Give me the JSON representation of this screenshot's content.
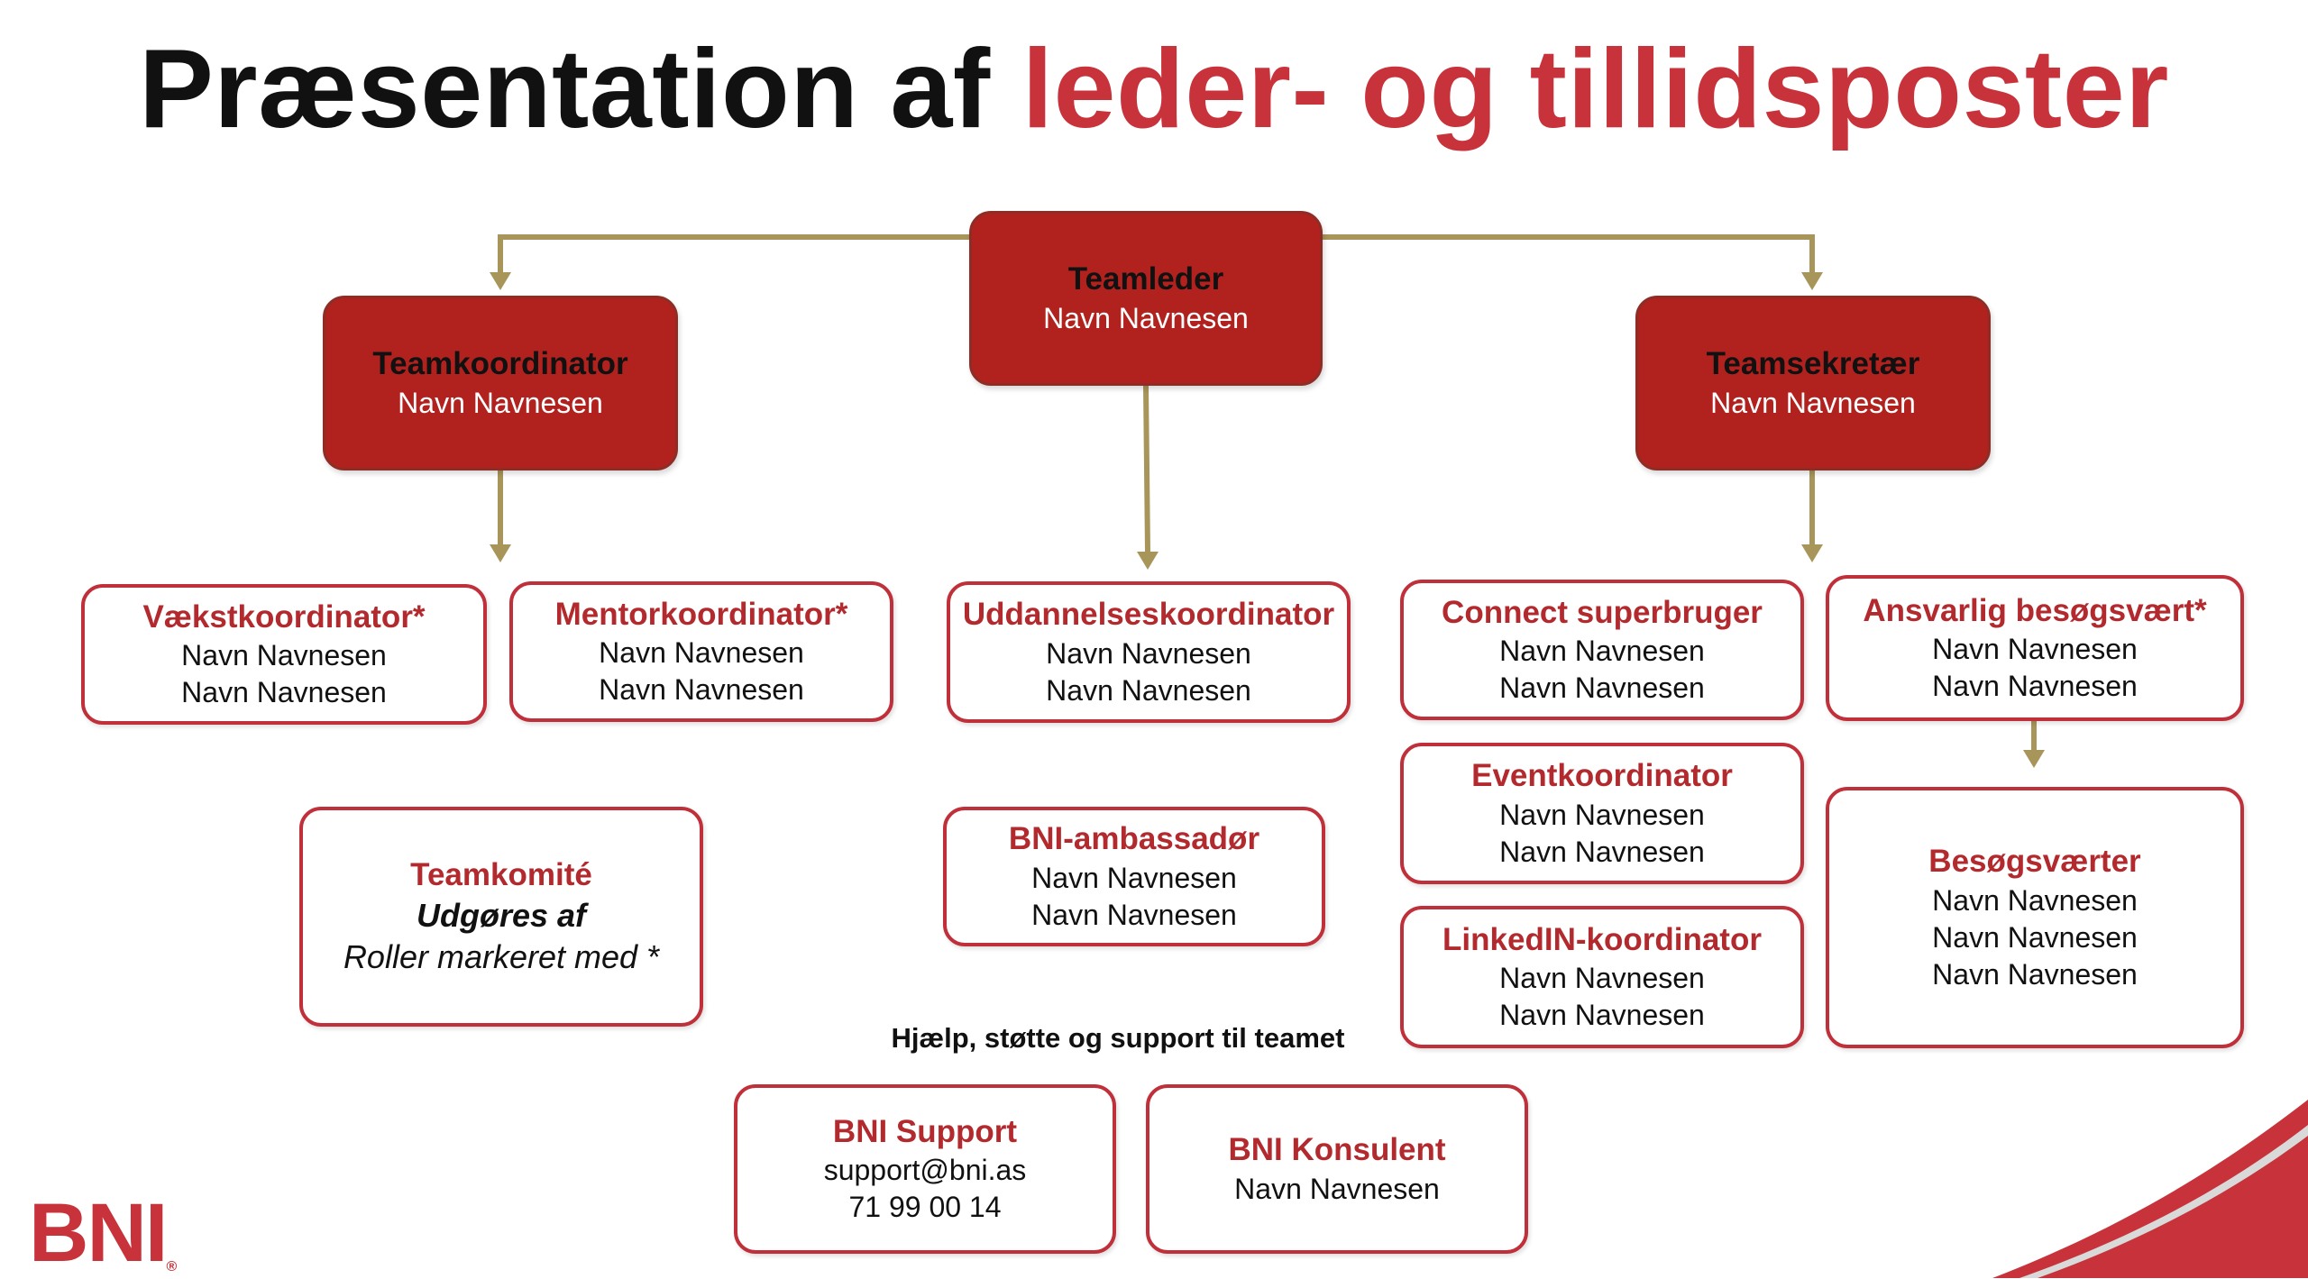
{
  "title": {
    "part1": "Præsentation af",
    "part2": "leder- og tillidsposter"
  },
  "teamleder": {
    "role": "Teamleder",
    "name": "Navn Navnesen"
  },
  "teamkoordinator": {
    "role": "Teamkoordinator",
    "name": "Navn Navnesen"
  },
  "teamsekretaer": {
    "role": "Teamsekretær",
    "name": "Navn Navnesen"
  },
  "vaekst": {
    "role": "Vækstkoordinator*",
    "names": [
      "Navn Navnesen",
      "Navn Navnesen"
    ]
  },
  "mentor": {
    "role": "Mentorkoordinator*",
    "names": [
      "Navn Navnesen",
      "Navn Navnesen"
    ]
  },
  "uddannelse": {
    "role": "Uddannelseskoordinator",
    "names": [
      "Navn Navnesen",
      "Navn Navnesen"
    ]
  },
  "connect": {
    "role": "Connect superbruger",
    "names": [
      "Navn Navnesen",
      "Navn Navnesen"
    ]
  },
  "ansvarlig": {
    "role": "Ansvarlig besøgsvært*",
    "names": [
      "Navn Navnesen",
      "Navn Navnesen"
    ]
  },
  "event": {
    "role": "Eventkoordinator",
    "names": [
      "Navn Navnesen",
      "Navn Navnesen"
    ]
  },
  "linkedin": {
    "role": "LinkedIN-koordinator",
    "names": [
      "Navn Navnesen",
      "Navn Navnesen"
    ]
  },
  "besoeg": {
    "role": "Besøgsværter",
    "names": [
      "Navn Navnesen",
      "Navn Navnesen",
      "Navn Navnesen"
    ]
  },
  "ambassador": {
    "role": "BNI-ambassadør",
    "names": [
      "Navn Navnesen",
      "Navn Navnesen"
    ]
  },
  "teamkomite": {
    "role": "Teamkomité",
    "line1": "Udgøres af",
    "line2": "Roller markeret med *"
  },
  "help_text": "Hjælp, støtte og support til teamet",
  "support": {
    "role": "BNI Support",
    "email": "support@bni.as",
    "phone": "71 99 00 14"
  },
  "konsulent": {
    "role": "BNI Konsulent",
    "name": "Navn Navnesen"
  },
  "logo": {
    "text": "BNI",
    "reg": "®"
  },
  "colors": {
    "brand_red": "#c8323a",
    "box_fill": "#b1221f",
    "connector": "#a8955a"
  }
}
